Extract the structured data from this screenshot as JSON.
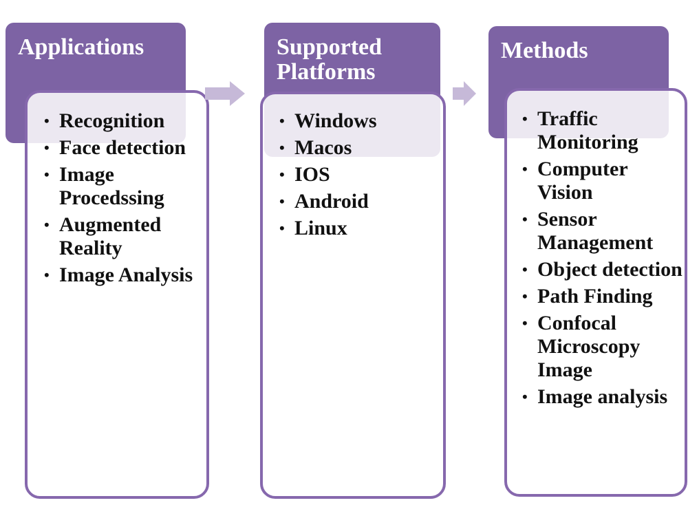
{
  "columns": [
    {
      "header": [
        "Applications"
      ],
      "items": [
        "Recognition",
        "Face detection",
        "Image Procedssing",
        "Augmented Reality",
        "Image Analysis"
      ]
    },
    {
      "header": [
        "Supported",
        "Platforms"
      ],
      "items": [
        "Windows",
        "Macos",
        "IOS",
        "Android",
        "Linux"
      ]
    },
    {
      "header": [
        "Methods"
      ],
      "items": [
        "Traffic Monitoring",
        "Computer Vision",
        "Sensor Management",
        "Object detection",
        "Path Finding",
        "Confocal Microscopy Image",
        "Image analysis"
      ]
    }
  ],
  "colors": {
    "header_fill": "#7d63a4",
    "box_border": "#8668ad",
    "arrow_fill": "#c6b9d8"
  }
}
